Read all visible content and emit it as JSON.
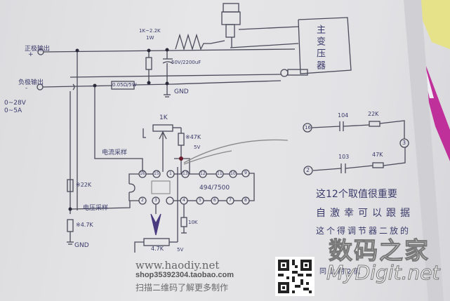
{
  "schematic": {
    "inputs": {
      "pos_label": "正极输出",
      "pos_sign": "+",
      "neg_label": "负极输出",
      "neg_sign": "-",
      "voltage_range": "0~28V",
      "current_range": "0~5A"
    },
    "top_section": {
      "bleeder_resistor": "1K~2.2K",
      "bleeder_power": "1W",
      "capacitor": "50V/2200uF",
      "ground": "GND",
      "transformer_label": "主变压器",
      "shunt": "0.05Ω/5W"
    },
    "control": {
      "pot_top": "1K",
      "resistor_47k": "※47K",
      "vref_5v_top": "5V",
      "current_sample": "电流采样",
      "voltage_sample": "电压采样",
      "divider_top": "※22K",
      "divider_bottom": "※4.7K",
      "ground_bottom": "GND",
      "ic_label": "494/7500",
      "resistor_10k": "10K",
      "pot_bottom": "4.7K",
      "vref_5v_bottom": "5V",
      "pins_top": [
        "16",
        "15",
        "1",
        "13",
        "12",
        "11",
        "10",
        "9"
      ],
      "pins_bottom": [
        "2",
        "3",
        "4",
        "5",
        "6",
        "7",
        "8"
      ]
    },
    "compensation": {
      "pin_a": "16",
      "cap_a": "104",
      "res_a": "22K",
      "pin_common": "3",
      "pin_b": "2",
      "cap_b": "103",
      "res_b": "47K"
    },
    "notes": [
      "这12个取值很重要",
      "自激幸可以跟据",
      "这个得调节器二放的",
      "同上用2值"
    ]
  },
  "watermarks": {
    "site_url": "www.haodiy.net",
    "shop_url": "shop35392304.taobao.com",
    "scan_text": "扫描二维码了解更多制作",
    "brand_cn": "数码之家",
    "brand_en": "MyDigit.net"
  }
}
